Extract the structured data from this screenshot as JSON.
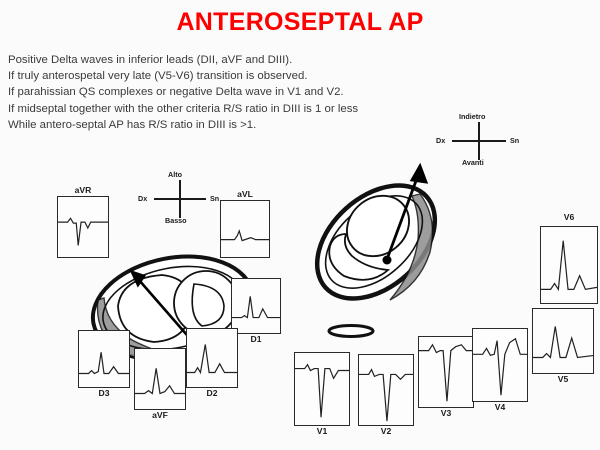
{
  "slide": {
    "title": "ANTEROSEPTAL AP",
    "title_color": "#ff0000",
    "background_color": "#fbfbfb",
    "ink_color": "#1a1a1a",
    "body_lines": [
      "Positive Delta waves in inferior leads (DII, aVF and DIII).",
      "If truly anterospetal very late (V5-V6) transition is observed.",
      "If parahissian QS complexes or negative Delta wave in V1 and V2.",
      "If midseptal together with the other criteria R/S ratio in DIII is 1 or less",
      "While antero-septal AP has R/S ratio in DIII is >1."
    ]
  },
  "compasses": [
    {
      "name": "frontal-plane-compass",
      "top": "Alto",
      "left": "Dx",
      "right": "Sn",
      "bottom": "Basso"
    },
    {
      "name": "horizontal-plane-compass",
      "top": "Indietro",
      "left": "Dx",
      "right": "Sn",
      "bottom": "Avanti"
    }
  ],
  "hearts": [
    {
      "name": "heart-frontal-section",
      "arrow": "double-headed-arrow",
      "view": "frontal-plane cross-section"
    },
    {
      "name": "heart-oblique-section",
      "arrow": "single-headed-arrow",
      "view": "oblique tilted cross-section"
    }
  ],
  "ecg_leads": [
    {
      "label": "aVR",
      "label_position": "above",
      "morphology": "deep negative QS with notch"
    },
    {
      "label": "aVL",
      "label_position": "above",
      "morphology": "small positive r with flat baseline"
    },
    {
      "label": "D1",
      "label_position": "below",
      "morphology": "tall R with broad T wave"
    },
    {
      "label": "D2",
      "label_position": "below",
      "morphology": "tall R, positive delta, T wave"
    },
    {
      "label": "D3",
      "label_position": "below",
      "morphology": "positive R/S ratio greater than 1"
    },
    {
      "label": "aVF",
      "label_position": "below",
      "morphology": "positive delta wave with tall R"
    },
    {
      "label": "V1",
      "label_position": "below",
      "morphology": "deep negative QS complex"
    },
    {
      "label": "V2",
      "label_position": "below",
      "morphology": "deep negative QS complex"
    },
    {
      "label": "V3",
      "label_position": "below",
      "morphology": "deep negative QS, positive T"
    },
    {
      "label": "V4",
      "label_position": "below",
      "morphology": "deep S with tall positive T"
    },
    {
      "label": "V5",
      "label_position": "below",
      "morphology": "positive R wave, late transition"
    },
    {
      "label": "V6",
      "label_position": "above",
      "morphology": "tall positive R wave"
    }
  ]
}
